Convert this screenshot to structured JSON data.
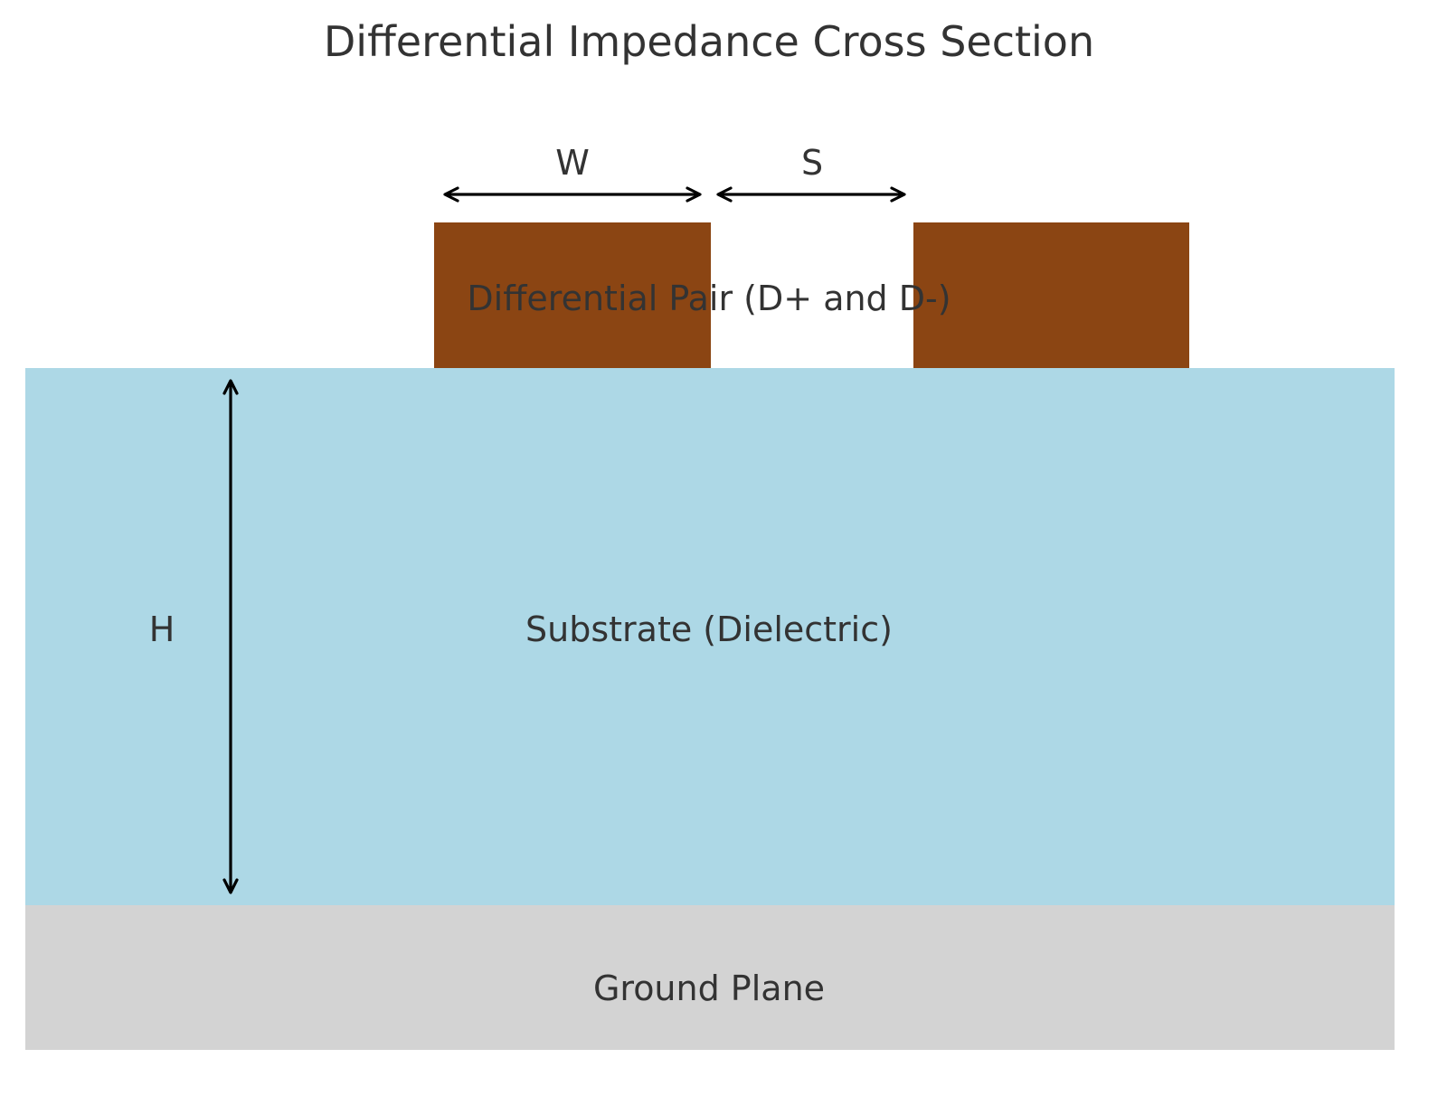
{
  "title": "Differential Impedance Cross Section",
  "layers": {
    "substrate": {
      "label": "Substrate (Dielectric)",
      "color": "#add8e6"
    },
    "ground": {
      "label": "Ground Plane",
      "color": "#d3d3d3"
    },
    "traces": {
      "label": "Differential Pair (D+ and D-)",
      "color": "#8b4513",
      "names": [
        "D+",
        "D-"
      ]
    }
  },
  "dimensions": {
    "width": {
      "label": "W"
    },
    "spacing": {
      "label": "S"
    },
    "height": {
      "label": "H"
    }
  },
  "colors": {
    "text": "#333333",
    "arrow": "#000000"
  }
}
